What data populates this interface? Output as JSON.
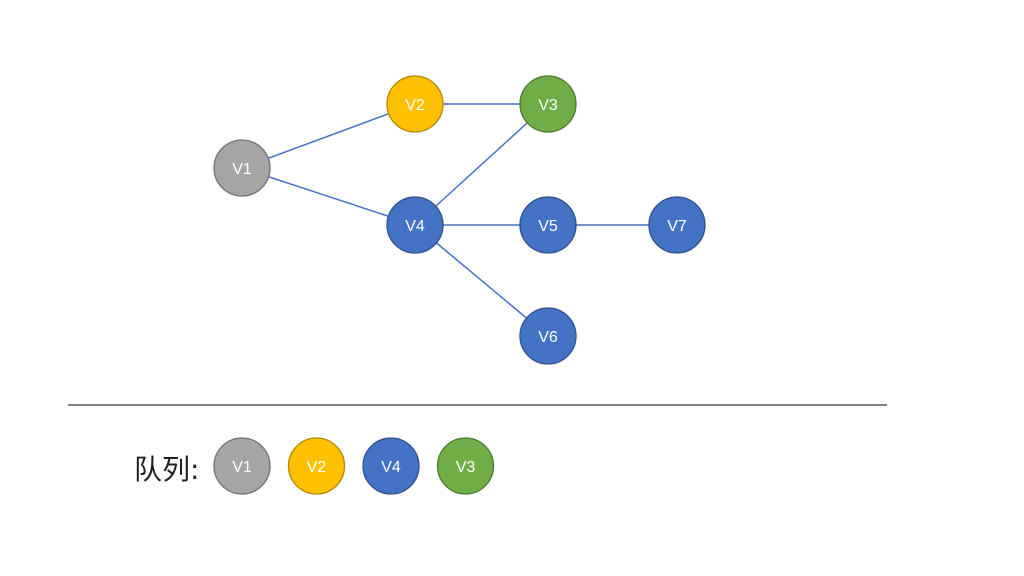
{
  "graph": {
    "nodes": [
      {
        "id": "V1",
        "color": "#a5a5a5"
      },
      {
        "id": "V2",
        "color": "#ffc000"
      },
      {
        "id": "V3",
        "color": "#70ad47"
      },
      {
        "id": "V4",
        "color": "#4472c4"
      },
      {
        "id": "V5",
        "color": "#4472c4"
      },
      {
        "id": "V6",
        "color": "#4472c4"
      },
      {
        "id": "V7",
        "color": "#4472c4"
      }
    ],
    "edges": [
      [
        "V1",
        "V2"
      ],
      [
        "V1",
        "V4"
      ],
      [
        "V2",
        "V3"
      ],
      [
        "V4",
        "V3"
      ],
      [
        "V4",
        "V5"
      ],
      [
        "V4",
        "V6"
      ],
      [
        "V5",
        "V7"
      ]
    ],
    "edge_color": "#4472c4"
  },
  "queue": {
    "label": "队列:",
    "items": [
      {
        "id": "V1",
        "color": "#a5a5a5"
      },
      {
        "id": "V2",
        "color": "#ffc000"
      },
      {
        "id": "V4",
        "color": "#4472c4"
      },
      {
        "id": "V3",
        "color": "#70ad47"
      }
    ]
  },
  "divider_color": "#7f7f7f"
}
